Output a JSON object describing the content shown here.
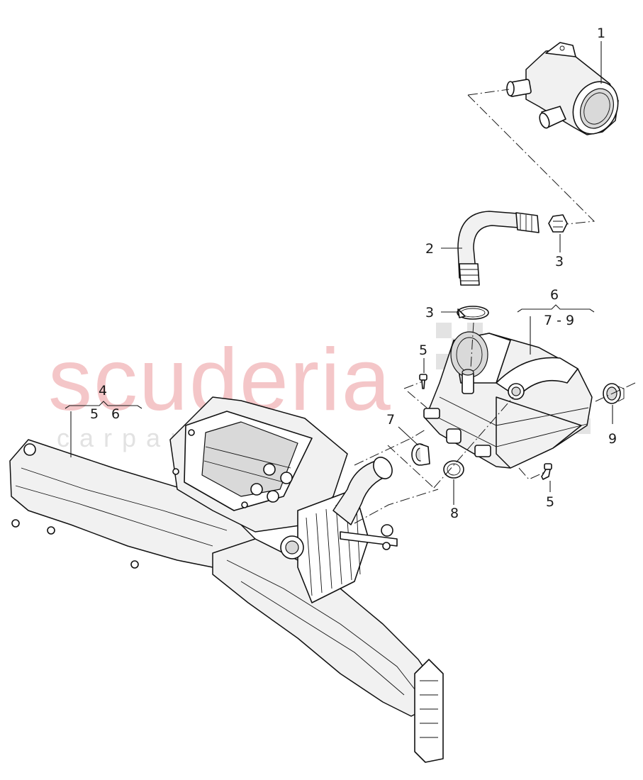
{
  "watermark": {
    "brand": "scuderia",
    "sub": "c a r p a r t s"
  },
  "callouts": {
    "c1": "1",
    "c2": "2",
    "c3a": "3",
    "c3b": "3",
    "c4": "4",
    "c4_sub_a": "5",
    "c4_sub_b": "6",
    "c5a": "5",
    "c5b": "5",
    "c6": "6",
    "c6_sub": "7 - 9",
    "c7": "7",
    "c8": "8",
    "c9": "9"
  }
}
